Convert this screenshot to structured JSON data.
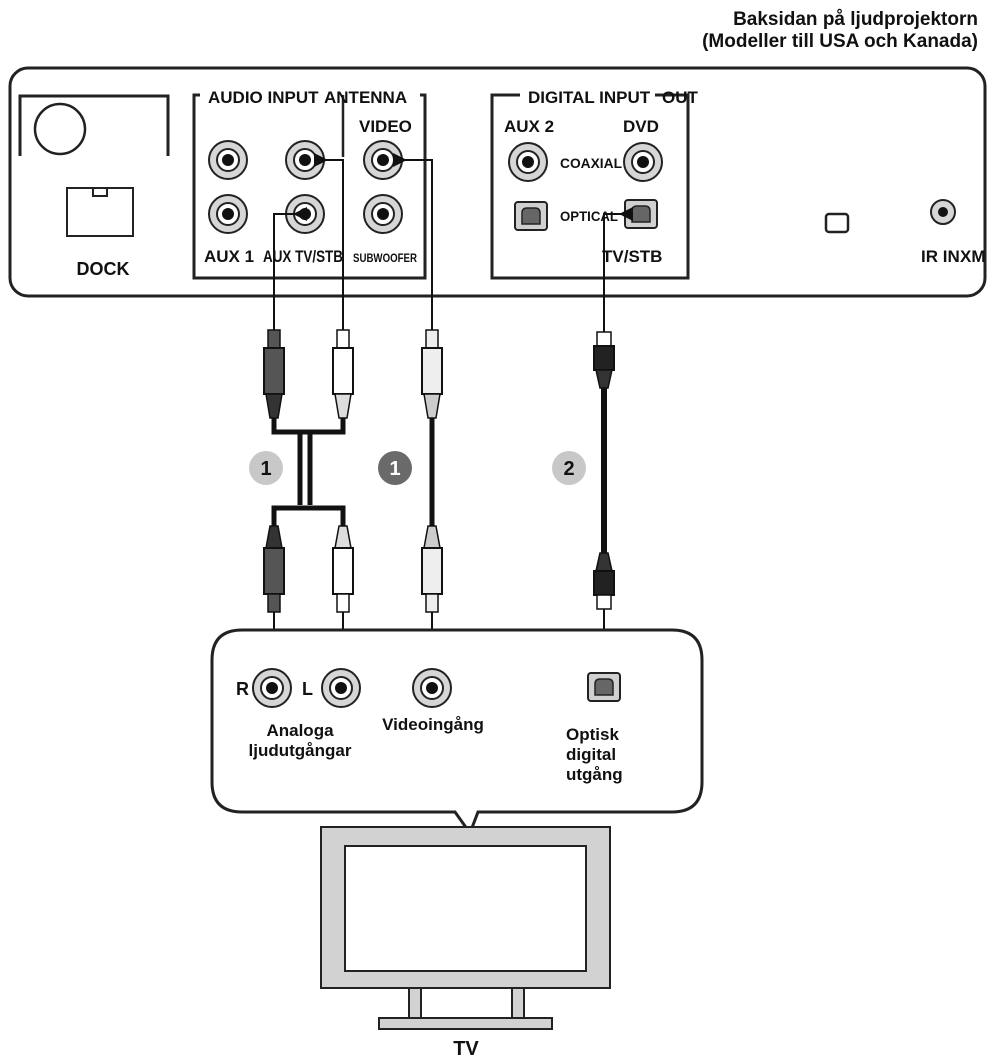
{
  "title": {
    "line1": "Baksidan på ljudprojektorn",
    "line2": "(Modeller till USA och Kanada)"
  },
  "back_panel": {
    "dock_label": "DOCK",
    "audio_input_label": "AUDIO INPUT",
    "antenna_label": "ANTENNA",
    "video_label": "VIDEO",
    "aux1_label": "AUX 1",
    "aux_stb_label": "AUX TV/STB",
    "subwoofer_label": "SUBWOOFER",
    "digital_input_label": "DIGITAL INPUT",
    "out_label": "OUT",
    "aux2_label": "AUX 2",
    "dvd_label": "DVD",
    "coaxial_label": "COAXIAL",
    "optical_label": "OPTICAL",
    "tvstb_label": "TV/STB",
    "ir_in_label": "IR IN",
    "xm_label": "XM"
  },
  "cables": [
    {
      "number": "1",
      "color": "#c8c8c8"
    },
    {
      "number": "1",
      "color": "#6a6a6a"
    },
    {
      "number": "2",
      "color": "#c8c8c8"
    }
  ],
  "tv_panel": {
    "r_label": "R",
    "l_label": "L",
    "analog_line1": "Analoga",
    "analog_line2": "ljudutgångar",
    "video_in_label": "Videoingång",
    "optical_line1": "Optisk",
    "optical_line2": "digital",
    "optical_line3": "utgång"
  },
  "tv_label": "TV"
}
